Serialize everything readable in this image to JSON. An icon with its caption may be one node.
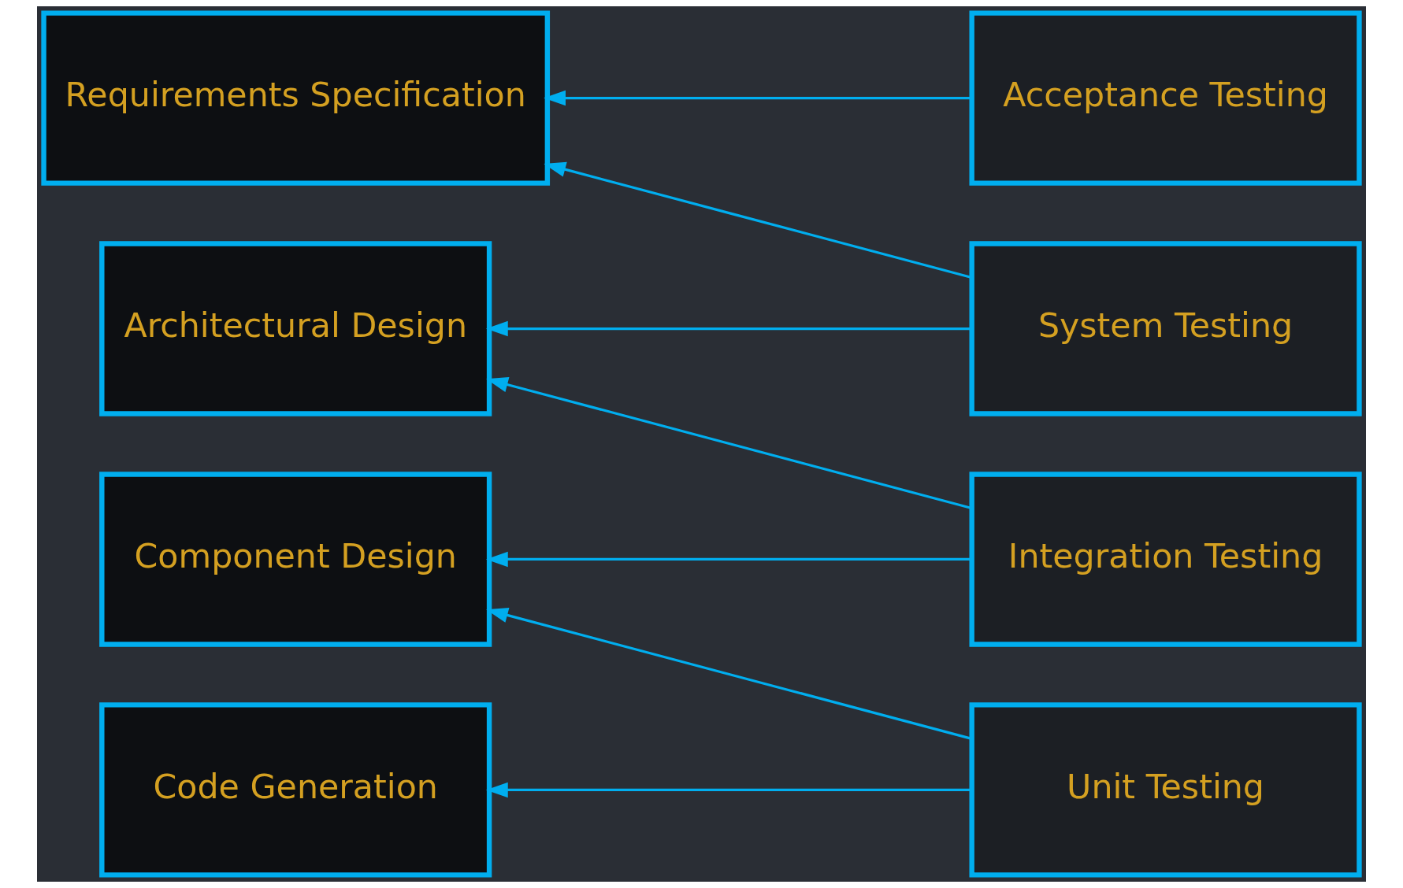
{
  "diagram": {
    "nodes": [
      {
        "text": [
          "Requirements Specification"
        ]
      },
      {
        "text": [
          "Acceptance Testing"
        ]
      },
      {
        "text": [
          "Architectural Design"
        ]
      },
      {
        "text": [
          "System Testing"
        ]
      },
      {
        "text": [
          "Component Design"
        ]
      },
      {
        "text": [
          "Integration Testing"
        ]
      },
      {
        "text": [
          "Code Generation"
        ]
      },
      {
        "text": [
          "Unit Testing"
        ]
      }
    ],
    "edges": [
      {
        "from": 1,
        "to": 0,
        "arrow": "to"
      },
      {
        "from": 3,
        "to": 0,
        "arrow": "to"
      },
      {
        "from": 3,
        "to": 2,
        "arrow": "to"
      },
      {
        "from": 5,
        "to": 2,
        "arrow": "to"
      },
      {
        "from": 5,
        "to": 4,
        "arrow": "to"
      },
      {
        "from": 7,
        "to": 4,
        "arrow": "to"
      },
      {
        "from": 7,
        "to": 6,
        "arrow": "to"
      }
    ]
  }
}
